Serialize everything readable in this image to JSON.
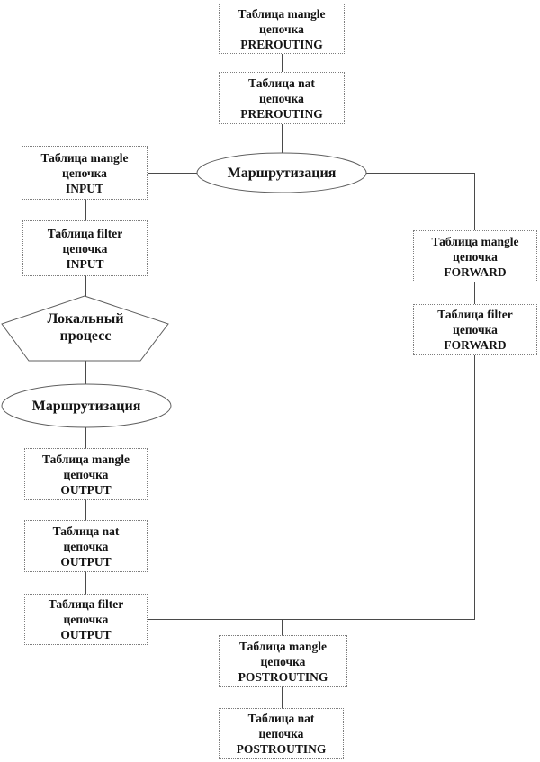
{
  "diagram": {
    "title": "iptables packet flow",
    "colors": {
      "background": "#ffffff",
      "box_border": "#7d7d7d",
      "connector": "#4a4a4a",
      "shape_border": "#5f5f5f",
      "text": "#141414"
    },
    "nodes": [
      {
        "id": "mangle-prerouting",
        "lines": [
          "Таблица mangle",
          "цепочка",
          "PREROUTING"
        ]
      },
      {
        "id": "nat-prerouting",
        "lines": [
          "Таблица nat",
          "цепочка",
          "PREROUTING"
        ]
      },
      {
        "id": "mangle-input",
        "lines": [
          "Таблица mangle",
          "цепочка",
          "INPUT"
        ]
      },
      {
        "id": "filter-input",
        "lines": [
          "Таблица filter",
          "цепочка",
          "INPUT"
        ]
      },
      {
        "id": "mangle-output",
        "lines": [
          "Таблица mangle",
          "цепочка",
          "OUTPUT"
        ]
      },
      {
        "id": "nat-output",
        "lines": [
          "Таблица nat",
          "цепочка",
          "OUTPUT"
        ]
      },
      {
        "id": "filter-output",
        "lines": [
          "Таблица filter",
          "цепочка",
          "OUTPUT"
        ]
      },
      {
        "id": "mangle-forward",
        "lines": [
          "Таблица mangle",
          "цепочка",
          "FORWARD"
        ]
      },
      {
        "id": "filter-forward",
        "lines": [
          "Таблица filter",
          "цепочка",
          "FORWARD"
        ]
      },
      {
        "id": "mangle-postrouting",
        "lines": [
          "Таблица mangle",
          "цепочка",
          "POSTROUTING"
        ]
      },
      {
        "id": "nat-postrouting",
        "lines": [
          "Таблица nat",
          "цепочка",
          "POSTROUTING"
        ]
      }
    ],
    "ellipses": [
      {
        "id": "routing-top",
        "label": "Маршрутизация"
      },
      {
        "id": "routing-left",
        "label": "Маршрутизация"
      }
    ],
    "pentagon": {
      "id": "local-process",
      "lines": [
        "Локальный",
        "процесс"
      ]
    }
  }
}
